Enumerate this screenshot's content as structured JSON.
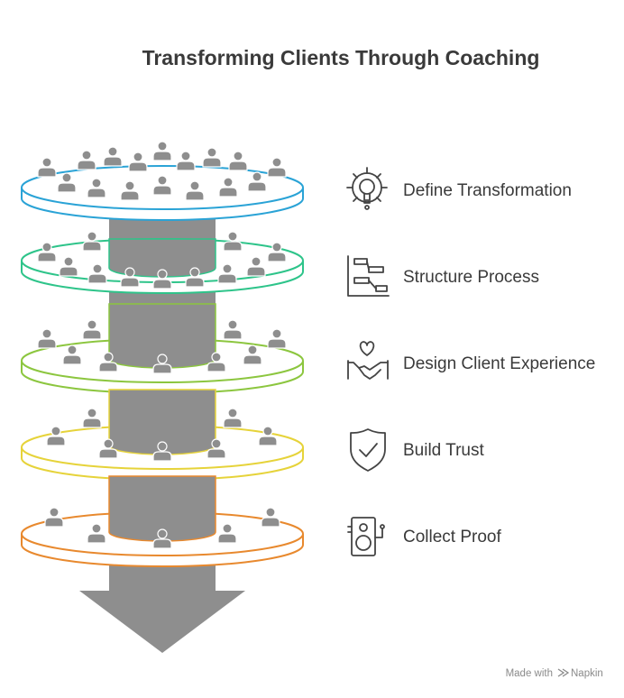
{
  "title": "Transforming Clients Through Coaching",
  "steps": [
    {
      "label": "Define Transformation",
      "color": "#2aa3d6",
      "icon": "lightbulb-gear-icon"
    },
    {
      "label": "Structure Process",
      "color": "#2ec48a",
      "icon": "gantt-chart-icon"
    },
    {
      "label": "Design Client Experience",
      "color": "#8cc63f",
      "icon": "handshake-heart-icon"
    },
    {
      "label": "Build Trust",
      "color": "#e6d33a",
      "icon": "shield-check-icon"
    },
    {
      "label": "Collect Proof",
      "color": "#e8892e",
      "icon": "speaker-camera-icon"
    }
  ],
  "footer": {
    "made_with": "Made with",
    "brand": "Napkin"
  }
}
